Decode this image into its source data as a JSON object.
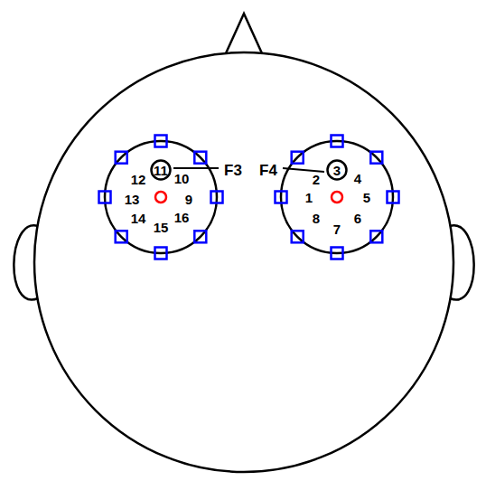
{
  "diagram": {
    "nodes": [
      {
        "text": [
          "11"
        ]
      },
      {
        "text": [
          "3"
        ]
      }
    ],
    "labels": [
      "12",
      "10",
      "13",
      "9",
      "14",
      "15",
      "16",
      "F3",
      "F4",
      "2",
      "4",
      "1",
      "5",
      "8",
      "7",
      "6"
    ]
  }
}
